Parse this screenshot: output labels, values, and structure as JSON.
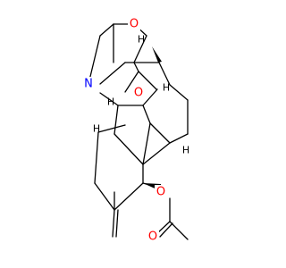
{
  "molecule": {
    "atoms": [
      {
        "symbol": "O",
        "color": "#ff0000"
      },
      {
        "symbol": "N",
        "color": "#0000ff"
      },
      {
        "symbol": "O",
        "color": "#ff0000"
      },
      {
        "symbol": "O",
        "color": "#ff0000"
      },
      {
        "symbol": "O",
        "color": "#ff0000"
      }
    ],
    "hydrogens": [
      "H",
      "H",
      "H",
      "H",
      "H"
    ]
  }
}
